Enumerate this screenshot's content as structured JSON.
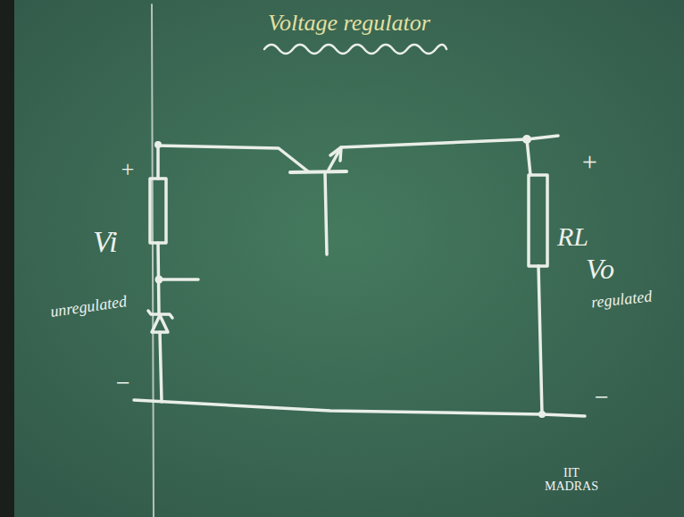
{
  "diagram": {
    "title": "Voltage regulator",
    "labels": [
      "+",
      "Vi",
      "unregulated",
      "−",
      "+",
      "RL",
      "Vo",
      "regulated",
      "−",
      "IIT MADRAS"
    ]
  }
}
